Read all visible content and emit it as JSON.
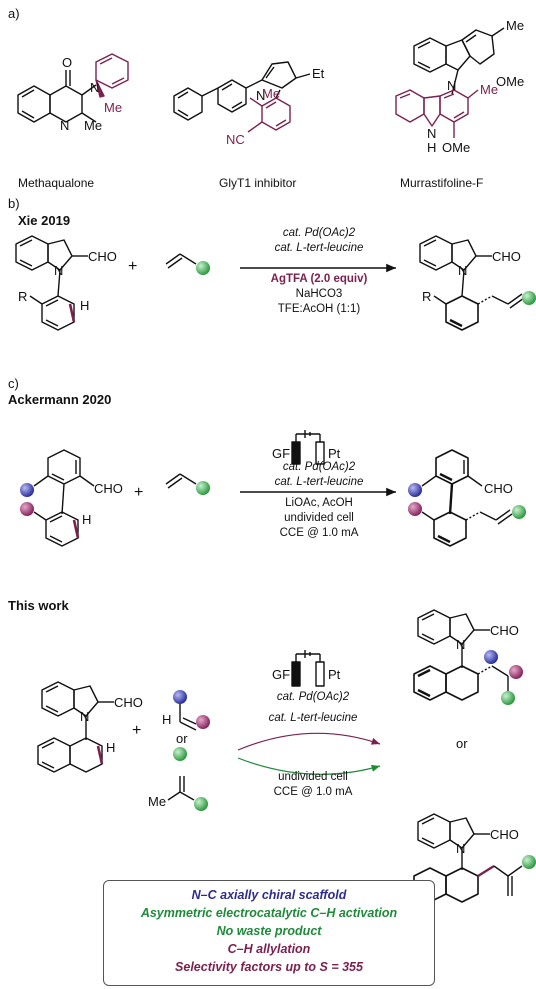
{
  "panels": {
    "a_label": "a)",
    "b_label": "b)",
    "c_label": "c)"
  },
  "compounds": {
    "methaqualone": "Methaqualone",
    "glyt1": "GlyT1 inhibitor",
    "murrastifoline": "Murrastifoline-F"
  },
  "atoms": {
    "O": "O",
    "N": "N",
    "Me": "Me",
    "Et": "Et",
    "NC": "NC",
    "OMe": "OMe",
    "NH_N": "N",
    "NH_H": "H",
    "CHO": "CHO",
    "R": "R",
    "H": "H",
    "plus": "+",
    "or": "or"
  },
  "xie": {
    "title": "Xie 2019",
    "cond1": "cat. Pd(OAc)2",
    "cond2": "cat. L-tert-leucine",
    "cond3": "AgTFA (2.0 equiv)",
    "cond4": "NaHCO3",
    "cond5": "TFE:AcOH (1:1)"
  },
  "ackermann": {
    "title": "Ackermann 2020",
    "gf": "GF",
    "pt": "Pt",
    "cond1": "cat. Pd(OAc)2",
    "cond2": "cat. L-tert-leucine",
    "cond3": "LiOAc, AcOH",
    "cond4": "undivided cell",
    "cond5": "CCE @ 1.0 mA"
  },
  "thiswork": {
    "title": "This work",
    "gf": "GF",
    "pt": "Pt",
    "cond1": "cat. Pd(OAc)2",
    "cond2": "cat. L-tert-leucine",
    "cond3": "undivided cell",
    "cond4": "CCE @ 1.0 mA"
  },
  "summary": {
    "line1": "N–C axially chiral scaffold",
    "line2": "Asymmetric electrocatalytic C–H activation",
    "line3": "No waste product",
    "line4": "C–H allylation",
    "line5": "Selectivity factors up to S = 355"
  },
  "colors": {
    "maroon": "#7b2150",
    "blue_text": "#2e2c8c",
    "green_text": "#1f8a3a",
    "maroon_text": "#7b2150",
    "sphere_green": "#3fb34f",
    "sphere_blue": "#3b3fb0",
    "sphere_purple": "#9a3170"
  }
}
